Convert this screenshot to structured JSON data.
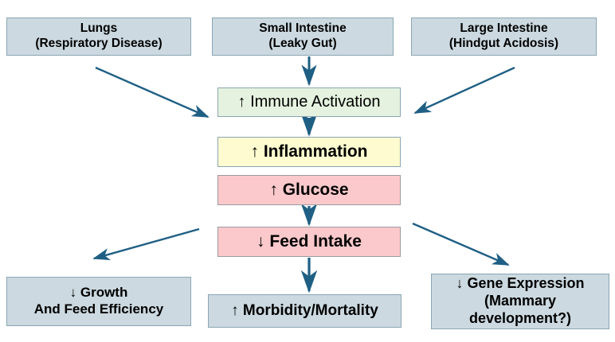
{
  "diagram": {
    "title": "Immune activation cascade",
    "background_color": "#ffffff",
    "arrow_color": "#1f5f84",
    "nodes": {
      "lungs": {
        "text": "Lungs\n(Respiratory Disease)",
        "fill": "#ccd9e0"
      },
      "small_intestine": {
        "text": "Small Intestine\n(Leaky Gut)",
        "fill": "#ccd9e0"
      },
      "large_intestine": {
        "text": "Large Intestine\n(Hindgut Acidosis)",
        "fill": "#ccd9e0"
      },
      "immune_activation": {
        "text": "↑ Immune Activation",
        "fill": "#e5f2df"
      },
      "inflammation": {
        "text": "↑ Inflammation",
        "fill": "#fdfbcf"
      },
      "glucose": {
        "text": "↑ Glucose",
        "fill": "#fbc9cb"
      },
      "feed_intake": {
        "text": "↓ Feed Intake",
        "fill": "#fbc9cb"
      },
      "growth": {
        "text": "↓ Growth\nAnd Feed Efficiency",
        "fill": "#ccd9e0"
      },
      "morbidity": {
        "text": "↑ Morbidity/Mortality",
        "fill": "#ccd9e0"
      },
      "gene_expression": {
        "text": "↓ Gene Expression\n(Mammary\ndevelopment?)",
        "fill": "#ccd9e0"
      }
    },
    "edges": [
      {
        "name": "lungs-to-immune-activation",
        "from": "lungs",
        "to": "immune_activation"
      },
      {
        "name": "small-intestine-to-immune-activation",
        "from": "small_intestine",
        "to": "immune_activation"
      },
      {
        "name": "large-intestine-to-immune-activation",
        "from": "large_intestine",
        "to": "immune_activation"
      },
      {
        "name": "immune-activation-to-inflammation",
        "from": "immune_activation",
        "to": "inflammation"
      },
      {
        "name": "glucose-to-feed-intake",
        "from": "glucose",
        "to": "feed_intake"
      },
      {
        "name": "feed-intake-to-growth",
        "from": "feed_intake",
        "to": "growth"
      },
      {
        "name": "feed-intake-to-morbidity",
        "from": "feed_intake",
        "to": "morbidity"
      },
      {
        "name": "feed-intake-to-gene-expression",
        "from": "feed_intake",
        "to": "gene_expression"
      }
    ]
  }
}
